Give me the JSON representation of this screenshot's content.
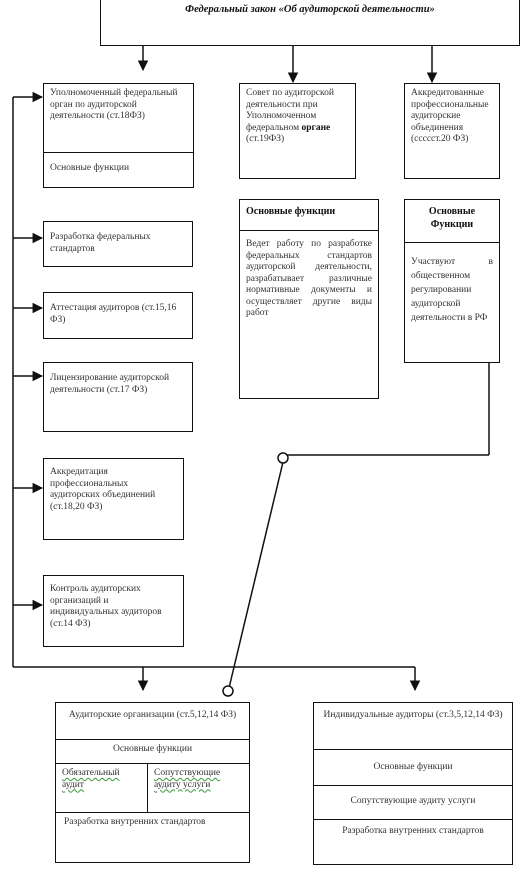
{
  "law_title": "Федеральный закон «Об аудиторской деятельности»",
  "authority": {
    "title": "Уполномоченный федеральный орган по аудиторской деятельности (ст.18ФЗ)",
    "functions_label": "Основные функции"
  },
  "council": {
    "title_main": "Совет по аудиторской деятельности при Уполномоченном федеральном",
    "title_bold": "органе",
    "title_ref": "(ст.19ФЗ)"
  },
  "accredited": {
    "title": "Аккредитованные профессиональные аудиторские объединения (ссссст.20 ФЗ)"
  },
  "council_functions": {
    "heading": "Основные функции",
    "body": "Ведет работу по разработке федеральных стандартов аудиторской деятельности, разрабатывает различные нормативные документы и осуществляет другие виды работ"
  },
  "accredited_functions": {
    "heading": "Основные Функции",
    "body": "Участвуют в общественном регулировании аудиторской деятельности в РФ"
  },
  "authority_functions": [
    "Разработка федеральных стандартов",
    "Аттестация аудиторов (ст.15,16 ФЗ)",
    "Лицензирование аудиторской деятельности (ст.17 ФЗ)",
    "Аккредитация профессиональных аудиторских объединений (ст.18,20 ФЗ)",
    "Контроль аудиторских организаций и индивидуальных аудиторов (ст.14 ФЗ)"
  ],
  "audit_orgs": {
    "title": "Аудиторские организации (ст.5,12,14 ФЗ)",
    "functions_label": "Основные функции",
    "left_cell": "Обязательный аудит",
    "right_cell": "Сопутствующие аудиту услуги",
    "bottom": "Разработка внутренних стандартов"
  },
  "individual_auditors": {
    "title": "Индивидуальные аудиторы (ст.3,5,12,14 ФЗ)",
    "functions_label": "Основные функции",
    "services": "Сопутствующие аудиту услуги",
    "bottom": "Разработка внутренних стандартов"
  }
}
